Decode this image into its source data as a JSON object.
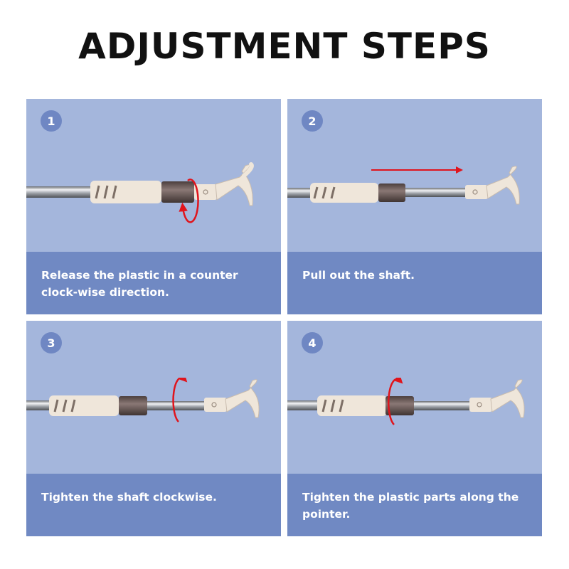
{
  "title": "ADJUSTMENT STEPS",
  "colors": {
    "panel_bg": "#a4b6dc",
    "caption_bg": "#7089c3",
    "badge_bg": "#6f87c3",
    "arrow": "#e0141c",
    "plastic": "#efe6da",
    "ring": "#6b5956"
  },
  "steps": [
    {
      "number": "1",
      "text": "Release the plastic in a counter clock-wise direction.",
      "icon": "counter-clockwise-rotation-arrow"
    },
    {
      "number": "2",
      "text": "Pull out the shaft.",
      "icon": "pull-right-arrow"
    },
    {
      "number": "3",
      "text": "Tighten the shaft clockwise.",
      "icon": "clockwise-rotation-arrow"
    },
    {
      "number": "4",
      "text": "Tighten the plastic parts along the pointer.",
      "icon": "clockwise-rotation-arrow"
    }
  ]
}
